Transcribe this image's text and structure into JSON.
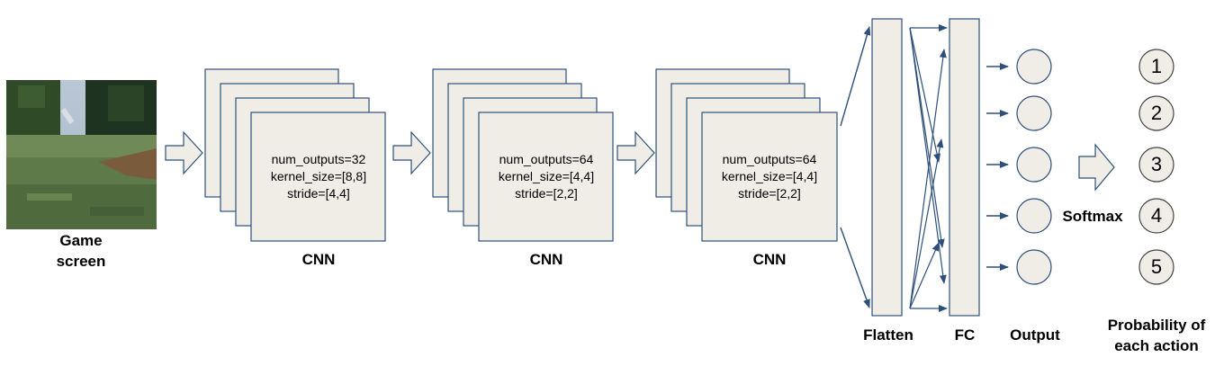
{
  "input": {
    "label_line1": "Game",
    "label_line2": "screen"
  },
  "cnn_layers": [
    {
      "label": "CNN",
      "num_outputs": "num_outputs=32",
      "kernel_size": "kernel_size=[8,8]",
      "stride": "stride=[4,4]"
    },
    {
      "label": "CNN",
      "num_outputs": "num_outputs=64",
      "kernel_size": "kernel_size=[4,4]",
      "stride": "stride=[2,2]"
    },
    {
      "label": "CNN",
      "num_outputs": "num_outputs=64",
      "kernel_size": "kernel_size=[4,4]",
      "stride": "stride=[2,2]"
    }
  ],
  "flatten": {
    "label": "Flatten"
  },
  "fc": {
    "label": "FC"
  },
  "output": {
    "label": "Output"
  },
  "softmax": {
    "label": "Softmax"
  },
  "probabilities": {
    "label_line1": "Probability of",
    "label_line2": "each action",
    "actions": [
      "1",
      "2",
      "3",
      "4",
      "5"
    ]
  },
  "colors": {
    "box_fill": "#efede6",
    "box_stroke": "#2d4f7a",
    "arrow": "#2d4f7a"
  }
}
